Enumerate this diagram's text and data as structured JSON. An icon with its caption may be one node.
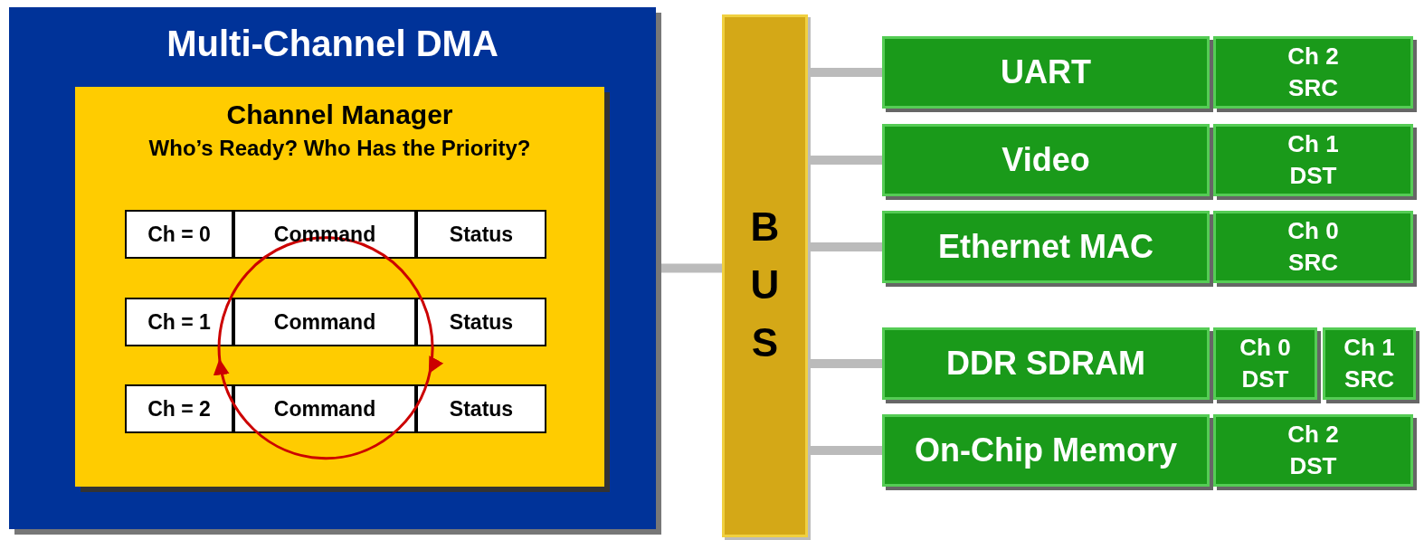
{
  "diagram": {
    "nodes": [
      {
        "text": [
          "Multi-Channel DMA"
        ]
      },
      {
        "text": [
          "Channel Manager",
          "Who’s Ready? Who Has the Priority?"
        ],
        "in": 0
      },
      {
        "text": [
          "Ch = 0"
        ],
        "in": 1
      },
      {
        "text": [
          "Command"
        ],
        "in": 1
      },
      {
        "text": [
          "Status"
        ],
        "in": 1
      },
      {
        "text": [
          "Ch = 1"
        ],
        "in": 1
      },
      {
        "text": [
          "Command"
        ],
        "in": 1
      },
      {
        "text": [
          "Status"
        ],
        "in": 1
      },
      {
        "text": [
          "Ch = 2"
        ],
        "in": 1
      },
      {
        "text": [
          "Command"
        ],
        "in": 1
      },
      {
        "text": [
          "Status"
        ],
        "in": 1
      },
      {
        "text": [
          "BUS"
        ]
      },
      {
        "text": [
          "UART"
        ]
      },
      {
        "text": [
          "Ch 2 SRC"
        ]
      },
      {
        "text": [
          "Video"
        ]
      },
      {
        "text": [
          "Ch 1 DST"
        ]
      },
      {
        "text": [
          "Ethernet MAC"
        ]
      },
      {
        "text": [
          "Ch 0 SRC"
        ]
      },
      {
        "text": [
          "DDR SDRAM"
        ]
      },
      {
        "text": [
          "Ch 0 DST"
        ]
      },
      {
        "text": [
          "Ch 1 SRC"
        ]
      },
      {
        "text": [
          "On-Chip Memory"
        ]
      },
      {
        "text": [
          "Ch 2 DST"
        ]
      }
    ],
    "edges": [
      {
        "from": 0,
        "to": 11,
        "arrow": "none"
      },
      {
        "from": 11,
        "to": 12,
        "arrow": "none"
      },
      {
        "from": 11,
        "to": 14,
        "arrow": "none"
      },
      {
        "from": 11,
        "to": 16,
        "arrow": "none"
      },
      {
        "from": 11,
        "to": 18,
        "arrow": "none"
      },
      {
        "from": 11,
        "to": 21,
        "arrow": "none"
      }
    ]
  }
}
